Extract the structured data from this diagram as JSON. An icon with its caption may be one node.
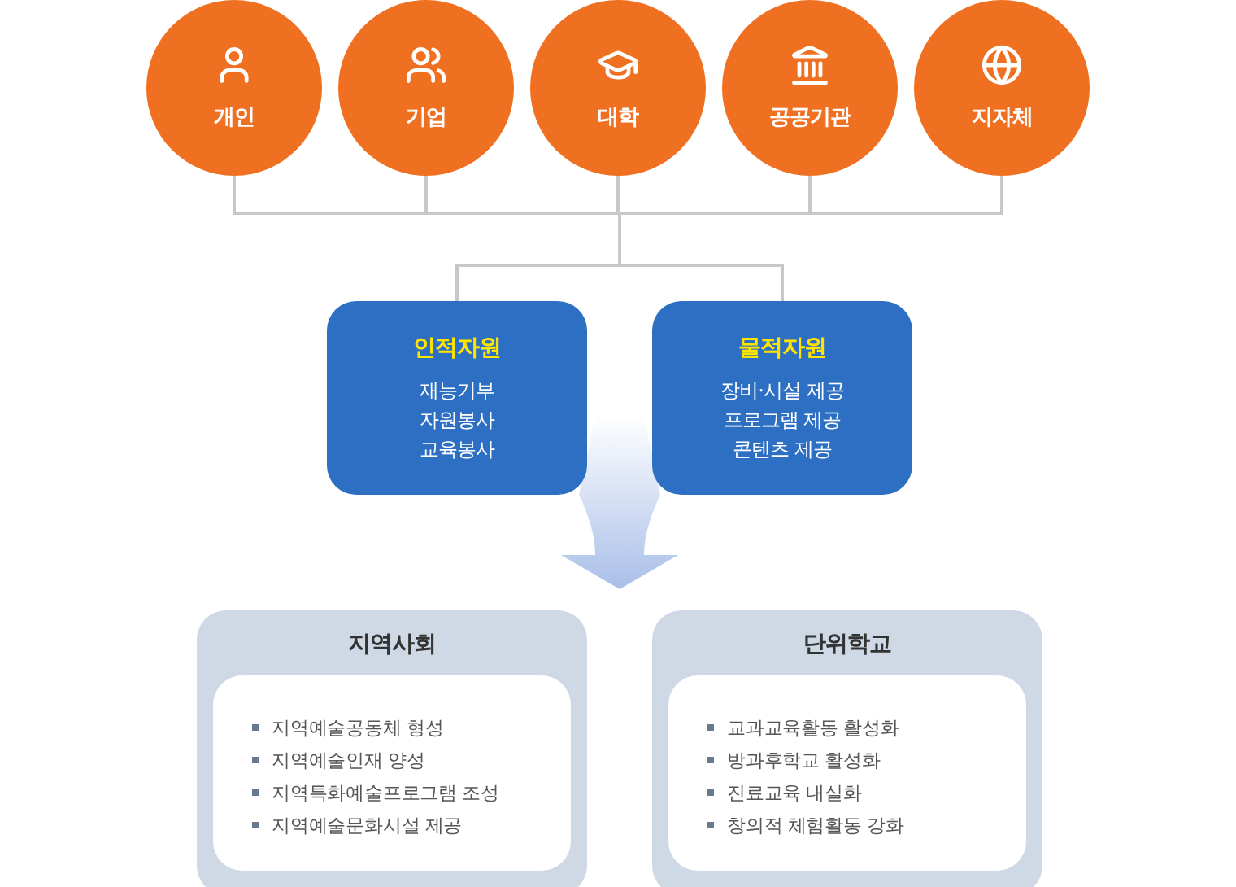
{
  "diagram": {
    "nodes": [
      {
        "text": [
          "개인"
        ]
      },
      {
        "text": [
          "기업"
        ]
      },
      {
        "text": [
          "대학"
        ]
      },
      {
        "text": [
          "공공기관"
        ]
      },
      {
        "text": [
          "지자체"
        ]
      },
      {
        "text": [
          "인적자원",
          "재능기부",
          "자원봉사",
          "교육봉사"
        ]
      },
      {
        "text": [
          "물적자원",
          "장비·시설 제공",
          "프로그램 제공",
          "콘텐츠 제공"
        ]
      },
      {
        "text": [
          "지역사회"
        ]
      },
      {
        "text": [
          "지역예술공동체 형성",
          "지역예술인재 양성",
          "지역특화예술프로그램 조성",
          "지역예술문화시설 제공"
        ],
        "in": 7
      },
      {
        "text": [
          "단위학교"
        ]
      },
      {
        "text": [
          "교과교육활동 활성화",
          "방과후학교 활성화",
          "진료교육 내실화",
          "창의적 체험활동 강화"
        ],
        "in": 9
      }
    ],
    "edges": [
      {
        "from": 0,
        "to": 5,
        "arrow": "none"
      },
      {
        "from": 1,
        "to": 5,
        "arrow": "none"
      },
      {
        "from": 2,
        "to": 5,
        "arrow": "none"
      },
      {
        "from": 3,
        "to": 5,
        "arrow": "none"
      },
      {
        "from": 4,
        "to": 5,
        "arrow": "none"
      },
      {
        "from": 0,
        "to": 6,
        "arrow": "none"
      },
      {
        "from": 1,
        "to": 6,
        "arrow": "none"
      },
      {
        "from": 2,
        "to": 6,
        "arrow": "none"
      },
      {
        "from": 3,
        "to": 6,
        "arrow": "none"
      },
      {
        "from": 4,
        "to": 6,
        "arrow": "none"
      },
      {
        "from": 5,
        "to": null,
        "arrow": "to",
        "style": "thick",
        "color": "#a9bfe8"
      },
      {
        "from": 6,
        "to": null,
        "arrow": "to",
        "style": "thick",
        "color": "#a9bfe8"
      }
    ]
  }
}
